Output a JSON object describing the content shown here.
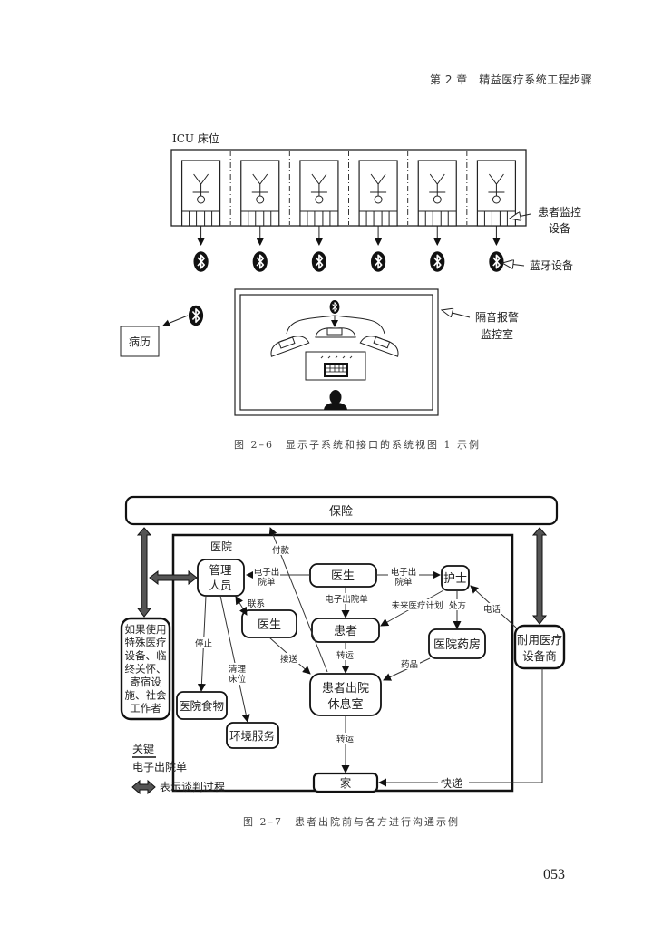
{
  "page": {
    "running_header": "第 2 章　精益医疗系统工程步骤",
    "page_number": "053"
  },
  "figure_2_6": {
    "caption": "图 2–6　显示子系统和接口的系统视图 1 示例",
    "icu_label": "ICU 床位",
    "bed_count": 6,
    "patient_monitor_label_line1": "患者监控",
    "patient_monitor_label_line2": "设备",
    "bluetooth_label": "蓝牙设备",
    "records_label": "病历",
    "monitor_room_label_line1": "隔音报警",
    "monitor_room_label_line2": "监控室",
    "icons": [
      "patient-icon",
      "bluetooth-icon",
      "monitor-display-icon",
      "keyboard-icon",
      "operator-silhouette-icon"
    ]
  },
  "figure_2_7": {
    "caption": "图 2–7　患者出院前与各方进行沟通示例",
    "nodes": {
      "insurance": "保险",
      "hospital": "医院",
      "admin_line1": "管理",
      "admin_line2": "人员",
      "doctor_top": "医生",
      "nurse": "护士",
      "doctor_mid": "医生",
      "patient": "患者",
      "pharmacy": "医院药房",
      "lounge_line1": "患者出院",
      "lounge_line2": "休息室",
      "food": "医院食物",
      "env_service": "环境服务",
      "home": "家",
      "vendor_line1": "耐用医疗",
      "vendor_line2": "设备商",
      "special_lines": [
        "如果使用",
        "特殊医疗",
        "设备、临",
        "终关怀、",
        "寄宿设",
        "施、社会",
        "工作者"
      ]
    },
    "edges": {
      "payment": "付款",
      "discharge_form_l1": "电子出",
      "discharge_form_l2": "院单",
      "discharge_form_to_nurse_l1": "电子出",
      "discharge_form_to_nurse_l2": "院单",
      "discharge_form_down": "电子出院单",
      "contact": "联系",
      "future_plan": "未来医疗计划",
      "prescription": "处方",
      "phone": "电话",
      "transfer_1": "转运",
      "medicine": "药品",
      "pickup": "接送",
      "stop": "停止",
      "clean_bed_l1": "清理",
      "clean_bed_l2": "床位",
      "transfer_2": "转运",
      "express": "快递"
    },
    "legend": {
      "title": "关键",
      "line_item": "电子出院单",
      "arrow_item": "表示谈判过程"
    }
  }
}
